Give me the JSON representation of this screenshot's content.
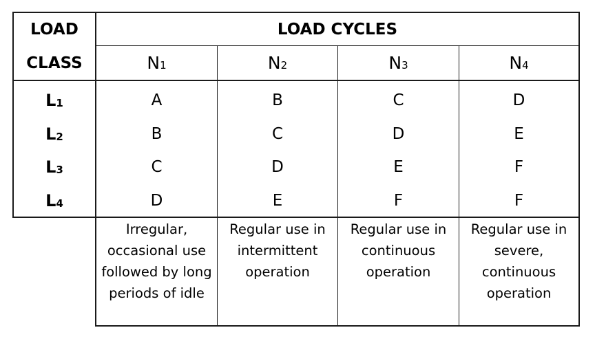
{
  "header": {
    "load_label": "LOAD",
    "class_label": "CLASS",
    "cycles_label": "LOAD CYCLES"
  },
  "cycles": [
    {
      "letter": "N",
      "index": "1"
    },
    {
      "letter": "N",
      "index": "2"
    },
    {
      "letter": "N",
      "index": "3"
    },
    {
      "letter": "N",
      "index": "4"
    }
  ],
  "rows": [
    {
      "letter": "L",
      "index": "1",
      "values": [
        "A",
        "B",
        "C",
        "D"
      ]
    },
    {
      "letter": "L",
      "index": "2",
      "values": [
        "B",
        "C",
        "D",
        "E"
      ]
    },
    {
      "letter": "L",
      "index": "3",
      "values": [
        "C",
        "D",
        "E",
        "F"
      ]
    },
    {
      "letter": "L",
      "index": "4",
      "values": [
        "D",
        "E",
        "F",
        "F"
      ]
    }
  ],
  "descriptions": [
    [
      "Irregular,",
      "occasional use",
      "followed by long",
      "periods of idle"
    ],
    [
      "Regular use in",
      "intermittent",
      "operation"
    ],
    [
      "Regular use in",
      "continuous",
      "operation"
    ],
    [
      "Regular use in",
      "severe,",
      "continuous",
      "operation"
    ]
  ]
}
